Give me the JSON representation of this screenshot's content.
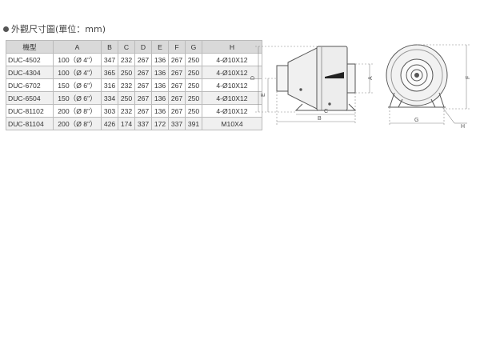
{
  "heading": "外觀尺寸圖(單位：mm)",
  "table": {
    "headers": [
      "機型",
      "A",
      "B",
      "C",
      "D",
      "E",
      "F",
      "G",
      "H"
    ],
    "rows": [
      [
        "DUC-4502",
        "100（Ø 4\"）",
        "347",
        "232",
        "267",
        "136",
        "267",
        "250",
        "4-Ø10X12"
      ],
      [
        "DUC-4304",
        "100（Ø 4\"）",
        "365",
        "250",
        "267",
        "136",
        "267",
        "250",
        "4-Ø10X12"
      ],
      [
        "DUC-6702",
        "150（Ø 6\"）",
        "316",
        "232",
        "267",
        "136",
        "267",
        "250",
        "4-Ø10X12"
      ],
      [
        "DUC-6504",
        "150（Ø 6\"）",
        "334",
        "250",
        "267",
        "136",
        "267",
        "250",
        "4-Ø10X12"
      ],
      [
        "DUC-81102",
        "200（Ø 8\"）",
        "303",
        "232",
        "267",
        "136",
        "267",
        "250",
        "4-Ø10X12"
      ],
      [
        "DUC-81104",
        "200（Ø 8\"）",
        "426",
        "174",
        "337",
        "172",
        "337",
        "391",
        "M10X4"
      ]
    ]
  },
  "drawing_labels": {
    "side": {
      "a": "A",
      "b": "B",
      "c": "C",
      "d": "D",
      "e": "E"
    },
    "front": {
      "f": "F",
      "g": "G",
      "h": "H"
    }
  }
}
